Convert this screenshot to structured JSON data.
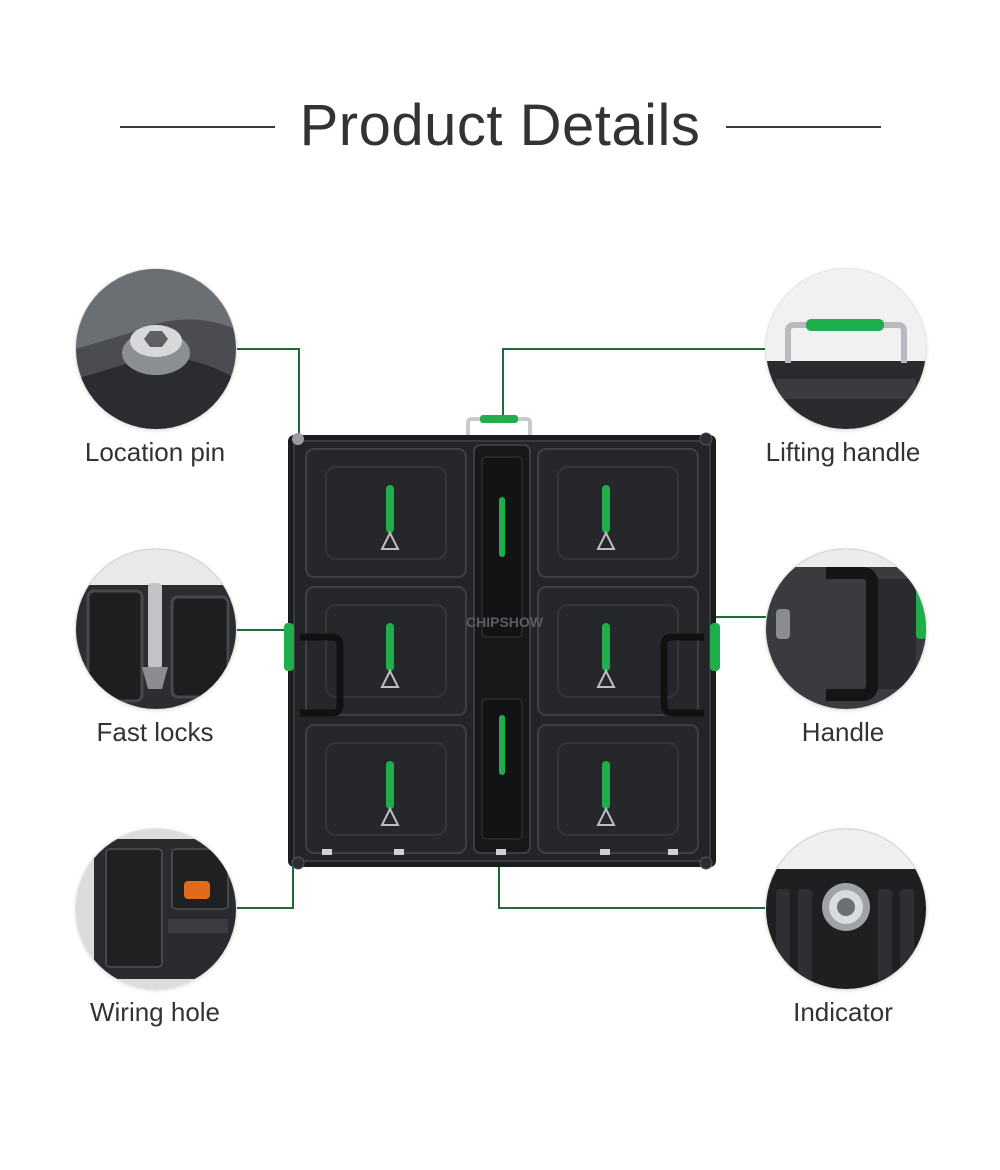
{
  "page": {
    "title": "Product Details"
  },
  "features": [
    {
      "key": "location-pin",
      "label": "Location pin"
    },
    {
      "key": "lifting-handle",
      "label": "Lifting handle"
    },
    {
      "key": "fast-locks",
      "label": "Fast locks"
    },
    {
      "key": "handle",
      "label": "Handle"
    },
    {
      "key": "wiring-hole",
      "label": "Wiring hole"
    },
    {
      "key": "indicator",
      "label": "Indicator"
    }
  ],
  "panel": {
    "brand": "CHIPSHOW"
  },
  "colors": {
    "accent": "#1fae4b",
    "connector": "#1e6b3a",
    "panel": "#1b1c1e",
    "text": "#333333"
  }
}
